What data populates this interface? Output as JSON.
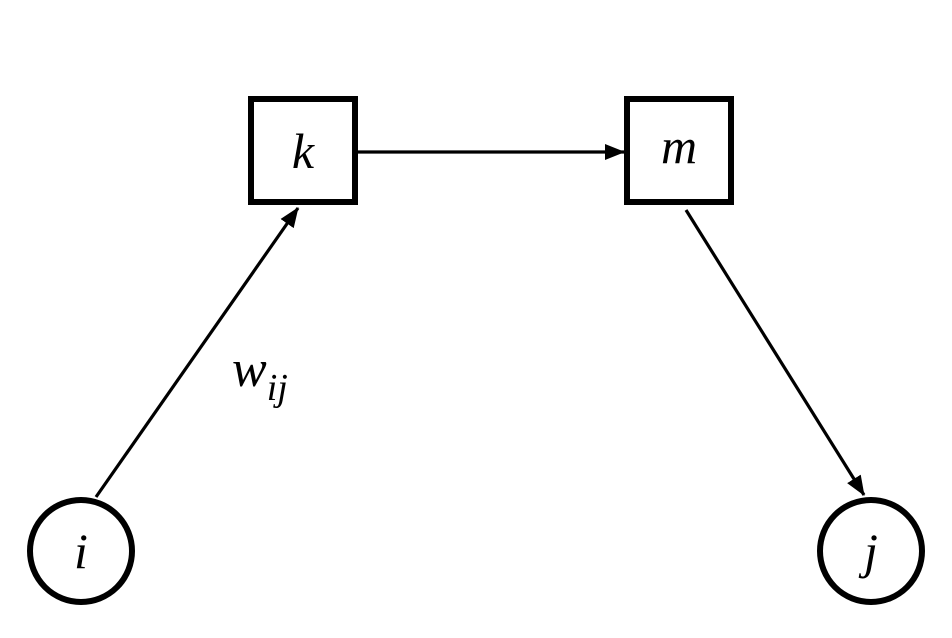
{
  "diagram": {
    "nodes": {
      "i": {
        "label": "i",
        "shape": "circle"
      },
      "j": {
        "label": "j",
        "shape": "circle"
      },
      "k": {
        "label": "k",
        "shape": "square"
      },
      "m": {
        "label": "m",
        "shape": "square"
      }
    },
    "edges": [
      {
        "from": "i",
        "to": "k",
        "label_main": "w",
        "label_sub": "ij"
      },
      {
        "from": "k",
        "to": "m"
      },
      {
        "from": "m",
        "to": "j"
      }
    ],
    "colors": {
      "stroke": "#000000",
      "background": "#ffffff"
    }
  }
}
